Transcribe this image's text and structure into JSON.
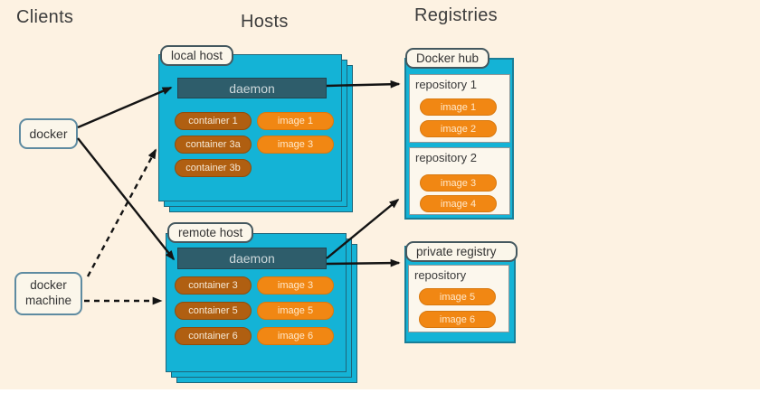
{
  "headers": {
    "clients": "Clients",
    "hosts": "Hosts",
    "registries": "Registries"
  },
  "clients": {
    "docker_label": "docker",
    "docker_machine_label": "docker machine"
  },
  "hosts": [
    {
      "label": "local host",
      "daemon": "daemon",
      "containers": [
        "container 1",
        "container 3a",
        "container 3b"
      ],
      "images": [
        "image 1",
        "image 3"
      ]
    },
    {
      "label": "remote host",
      "daemon": "daemon",
      "containers": [
        "container 3",
        "container 5",
        "container 6"
      ],
      "images": [
        "image 3",
        "image 5",
        "image 6"
      ]
    }
  ],
  "registries": [
    {
      "label": "Docker hub",
      "repositories": [
        {
          "name": "repository 1",
          "images": [
            "image 1",
            "image 2"
          ]
        },
        {
          "name": "repository 2",
          "images": [
            "image 3",
            "image 4"
          ]
        }
      ]
    },
    {
      "label": "private registry",
      "repositories": [
        {
          "name": "repository",
          "images": [
            "image 5",
            "image 6"
          ]
        }
      ]
    }
  ],
  "edges": [
    {
      "from": "docker",
      "to": "local-host-daemon",
      "style": "solid"
    },
    {
      "from": "docker",
      "to": "remote-host-daemon",
      "style": "solid"
    },
    {
      "from": "docker-machine",
      "to": "local-host",
      "style": "dashed"
    },
    {
      "from": "docker-machine",
      "to": "remote-host",
      "style": "dashed"
    },
    {
      "from": "local-host-daemon",
      "to": "repository-1",
      "style": "solid"
    },
    {
      "from": "remote-host-daemon",
      "to": "repository-2",
      "style": "solid"
    },
    {
      "from": "remote-host-daemon",
      "to": "private-registry",
      "style": "solid"
    }
  ],
  "colors": {
    "background": "#fdf2e2",
    "panel_cyan": "#14b3d6",
    "daemon_teal": "#2e5d6b",
    "container_orange": "#b05f11",
    "image_orange": "#f18713",
    "label_border_blue": "#5e8ba1",
    "arrow_black": "#141414"
  }
}
